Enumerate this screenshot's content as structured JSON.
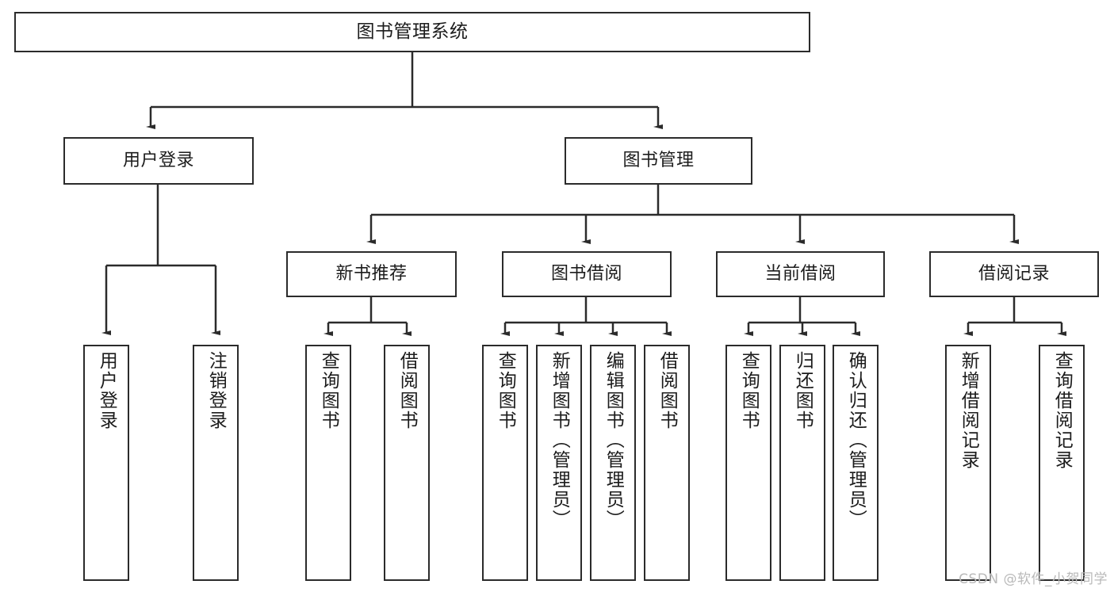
{
  "diagram": {
    "title": "图书管理系统",
    "watermark": "CSDN @软件_小贺同学",
    "line_color": "#2b2b2b",
    "box_fill": "#ffffff",
    "text_color": "#1c1c1c",
    "watermark_color": "#b9b9b9"
  },
  "nodes": {
    "root": {
      "label": "图书管理系统"
    },
    "level2": [
      {
        "label": "用户登录"
      },
      {
        "label": "图书管理"
      }
    ],
    "level3": [
      {
        "label": "新书推荐"
      },
      {
        "label": "图书借阅"
      },
      {
        "label": "当前借阅"
      },
      {
        "label": "借阅记录"
      }
    ],
    "leaves": {
      "user_login": [
        {
          "label": "用户登录"
        },
        {
          "label": "注销登录"
        }
      ],
      "new_book_recommend": [
        {
          "label": "查询图书"
        },
        {
          "label": "借阅图书"
        }
      ],
      "book_borrow": [
        {
          "label": "查询图书"
        },
        {
          "label": "新增图书（管理员）"
        },
        {
          "label": "编辑图书（管理员）"
        },
        {
          "label": "借阅图书"
        }
      ],
      "current_borrow": [
        {
          "label": "查询图书"
        },
        {
          "label": "归还图书"
        },
        {
          "label": "确认归还（管理员）"
        }
      ],
      "borrow_record": [
        {
          "label": "新增借阅记录"
        },
        {
          "label": "查询借阅记录"
        }
      ]
    }
  }
}
